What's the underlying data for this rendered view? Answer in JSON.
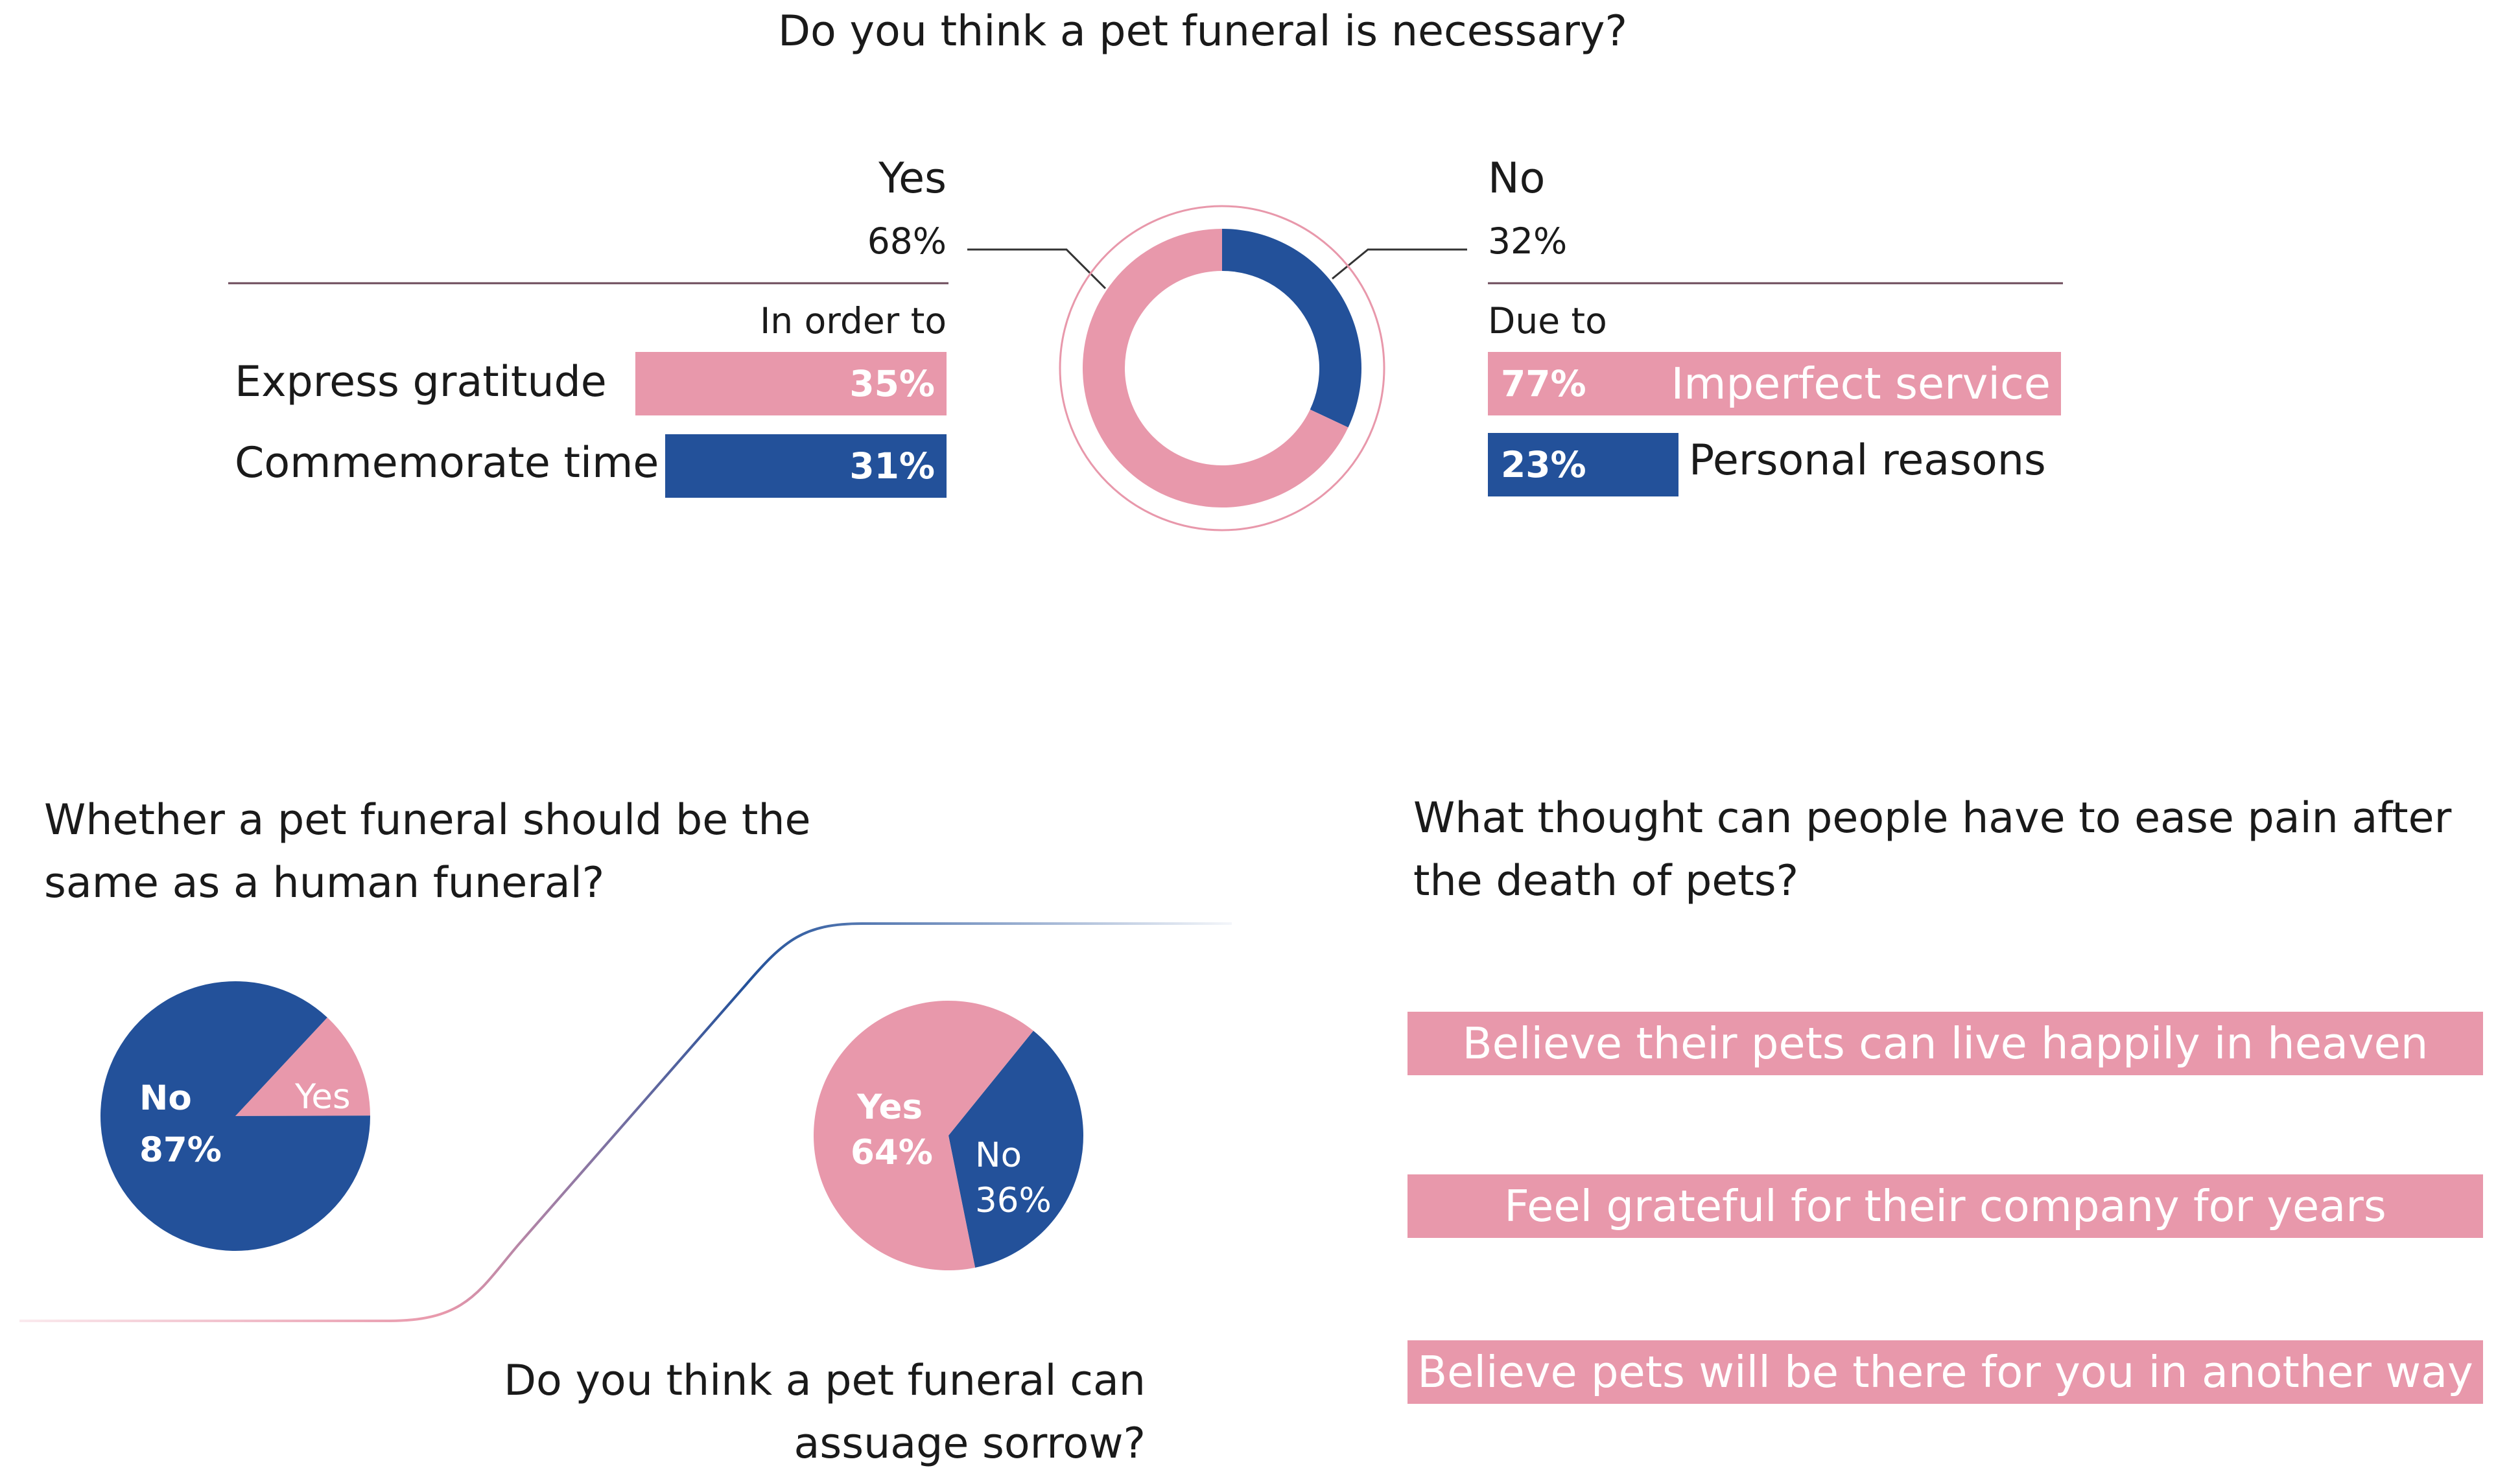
{
  "colors": {
    "pink": "#e898ab",
    "blue": "#23519a",
    "line": "#6b4a5a"
  },
  "question1": "Do you think a pet funeral is necessary?",
  "chart_data": [
    {
      "type": "pie",
      "variant": "donut",
      "title": "Do you think a pet funeral is necessary?",
      "slices": [
        {
          "label": "Yes",
          "value": 68,
          "display": "68%",
          "color": "#e898ab"
        },
        {
          "label": "No",
          "value": 32,
          "display": "32%",
          "color": "#23519a"
        }
      ]
    },
    {
      "type": "bar",
      "orientation": "horizontal",
      "subtitle": "In order to",
      "categories": [
        "Express gratitude",
        "Commemorate time"
      ],
      "values": [
        35,
        31
      ],
      "display": [
        "35%",
        "31%"
      ],
      "colors": [
        "#e898ab",
        "#23519a"
      ]
    },
    {
      "type": "bar",
      "orientation": "horizontal",
      "subtitle": "Due to",
      "categories": [
        "Imperfect service",
        "Personal reasons"
      ],
      "values": [
        77,
        23
      ],
      "display": [
        "77%",
        "23%"
      ],
      "colors": [
        "#e898ab",
        "#23519a"
      ]
    },
    {
      "type": "pie",
      "title": "Whether a pet funeral should be the same as a human funeral?",
      "slices": [
        {
          "label": "No",
          "value": 87,
          "display": "87%",
          "color": "#23519a"
        },
        {
          "label": "Yes",
          "value": 13,
          "display": "",
          "color": "#e898ab"
        }
      ]
    },
    {
      "type": "pie",
      "title": "Do you think a pet funeral can assuage sorrow?",
      "slices": [
        {
          "label": "Yes",
          "value": 64,
          "display": "64%",
          "color": "#e898ab"
        },
        {
          "label": "No",
          "value": 36,
          "display": "36%",
          "color": "#23519a"
        }
      ]
    }
  ],
  "yes_side": {
    "label": "Yes",
    "pct": "68%",
    "subtitle": "In order to"
  },
  "no_side": {
    "label": "No",
    "pct": "32%",
    "subtitle": "Due to"
  },
  "reasons_yes": [
    {
      "label": "Express gratitude",
      "pct": "35%"
    },
    {
      "label": "Commemorate time",
      "pct": "31%"
    }
  ],
  "reasons_no": [
    {
      "label": "Imperfect service",
      "pct": "77%"
    },
    {
      "label": "Personal reasons",
      "pct": "23%"
    }
  ],
  "question2": {
    "line1": "Whether a pet funeral should be the",
    "line2": "same as a human funeral?"
  },
  "pie2_labels": {
    "no": "No",
    "no_pct": "87%",
    "yes": "Yes"
  },
  "question3": {
    "line1": "Do you think a pet funeral can",
    "line2": "assuage sorrow?"
  },
  "pie3_labels": {
    "yes": "Yes",
    "yes_pct": "64%",
    "no": "No",
    "no_pct": "36%"
  },
  "question4": {
    "line1": "What thought can people have to ease pain after",
    "line2": "the death of pets?"
  },
  "thoughts": [
    "Believe their pets can live happily in heaven",
    "Feel grateful for their company for years",
    "Believe pets will be there for you in another way"
  ]
}
